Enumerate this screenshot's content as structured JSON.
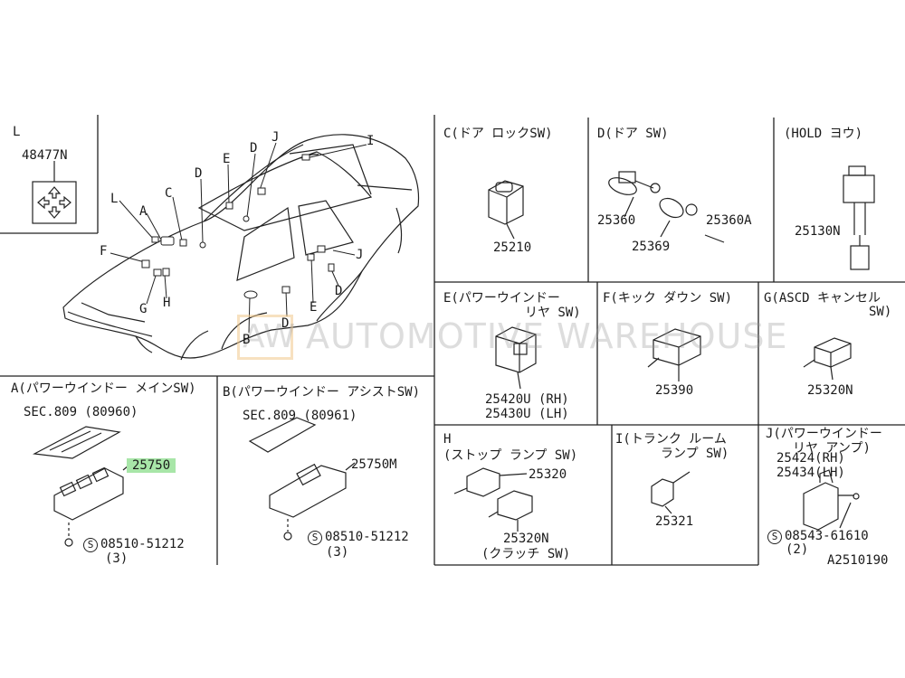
{
  "drawing_id": "A2510190",
  "watermark": {
    "badge": "AW",
    "text": "AUTOMOTIVE WAREHOUSE"
  },
  "panel_L": {
    "letter": "L",
    "part": "48477N"
  },
  "car_callouts": [
    "L",
    "A",
    "C",
    "D",
    "E",
    "D",
    "J",
    "I",
    "F",
    "G",
    "H",
    "B",
    "D",
    "E",
    "J",
    "D"
  ],
  "panel_A": {
    "title": "A(パワーウインドー メインSW)",
    "sec": "SEC.809 (80960)",
    "part": "25750",
    "bolt": "08510-51212",
    "qty": "(3)"
  },
  "panel_B": {
    "title": "B(パワーウインドー アシストSW)",
    "sec": "SEC.809 (80961)",
    "part": "25750M",
    "bolt": "08510-51212",
    "qty": "(3)"
  },
  "panel_C": {
    "title": "C(ドア ロックSW)",
    "part": "25210"
  },
  "panel_D": {
    "title": "D(ドア SW)",
    "p1": "25360",
    "p2": "25369",
    "p3": "25360A"
  },
  "panel_HOLD": {
    "title": "(HOLD ヨウ)",
    "part": "25130N"
  },
  "panel_E": {
    "title1": "E(パワーウインドー",
    "title2": "リヤ SW)",
    "p1": "25420U (RH)",
    "p2": "25430U (LH)"
  },
  "panel_F": {
    "title": "F(キック ダウン SW)",
    "part": "25390"
  },
  "panel_G": {
    "title1": "G(ASCD キャンセル",
    "title2": "SW)",
    "part": "25320N"
  },
  "panel_H": {
    "letter": "H",
    "title": "(ストップ ランプ SW)",
    "p1": "25320",
    "p2": "25320N",
    "p2_note": "(クラッチ SW)"
  },
  "panel_I": {
    "title1": "I(トランク ルーム",
    "title2": "ランプ SW)",
    "part": "25321"
  },
  "panel_J": {
    "title1": "J(パワーウインドー",
    "title2": "リヤ アンプ)",
    "p1": "25424(RH)",
    "p2": "25434(LH)",
    "bolt": "08543-61610",
    "qty": "(2)"
  }
}
